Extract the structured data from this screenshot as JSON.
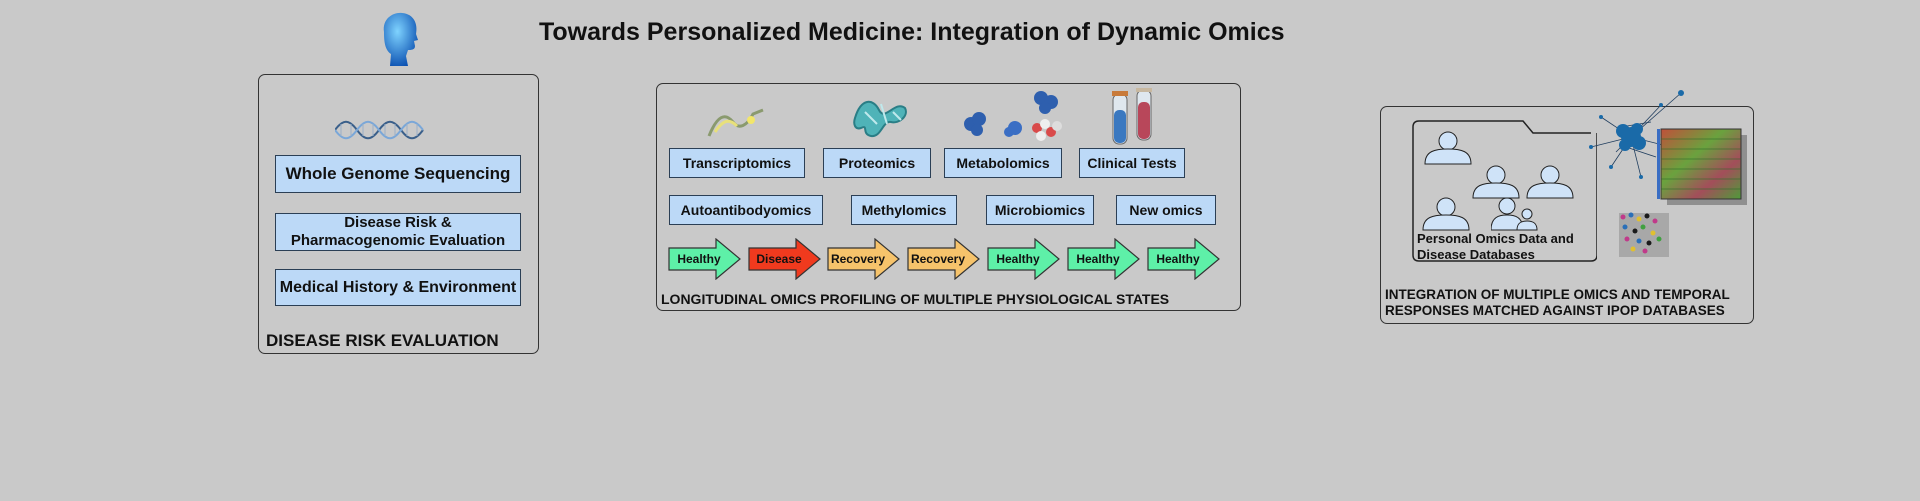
{
  "title": "Towards Personalized Medicine: Integration of Dynamic Omics",
  "panel1": {
    "boxes": [
      "Whole Genome Sequencing",
      "Disease Risk & Pharmacogenomic Evaluation",
      "Medical History & Environment"
    ],
    "label": "DISEASE RISK EVALUATION"
  },
  "panel2": {
    "row1": [
      "Transcriptomics",
      "Proteomics",
      "Metabolomics",
      "Clinical Tests"
    ],
    "row2": [
      "Autoantibodyomics",
      "Methylomics",
      "Microbiomics",
      "New omics"
    ],
    "states": [
      "Healthy",
      "Disease",
      "Recovery",
      "Recovery",
      "Healthy",
      "Healthy",
      "Healthy"
    ],
    "label": "LONGITUDINAL OMICS PROFILING OF MULTIPLE PHYSIOLOGICAL STATES"
  },
  "panel3": {
    "db_label": "Personal Omics Data and Disease Databases",
    "label": "INTEGRATION OF MULTIPLE OMICS AND TEMPORAL RESPONSES MATCHED AGAINST IPOP DATABASES"
  },
  "colors": {
    "background": "#c9c9c9",
    "box_fill": "#bcd9f7",
    "healthy": "#5ef0a8",
    "disease": "#f03a1e",
    "recovery": "#f6c36b"
  },
  "icons": [
    "head-icon",
    "dna-icon",
    "rna-icon",
    "protein-icon",
    "metabolite-icon",
    "test-tube-icon",
    "person-icon",
    "network-icon",
    "heatmap-icon"
  ]
}
